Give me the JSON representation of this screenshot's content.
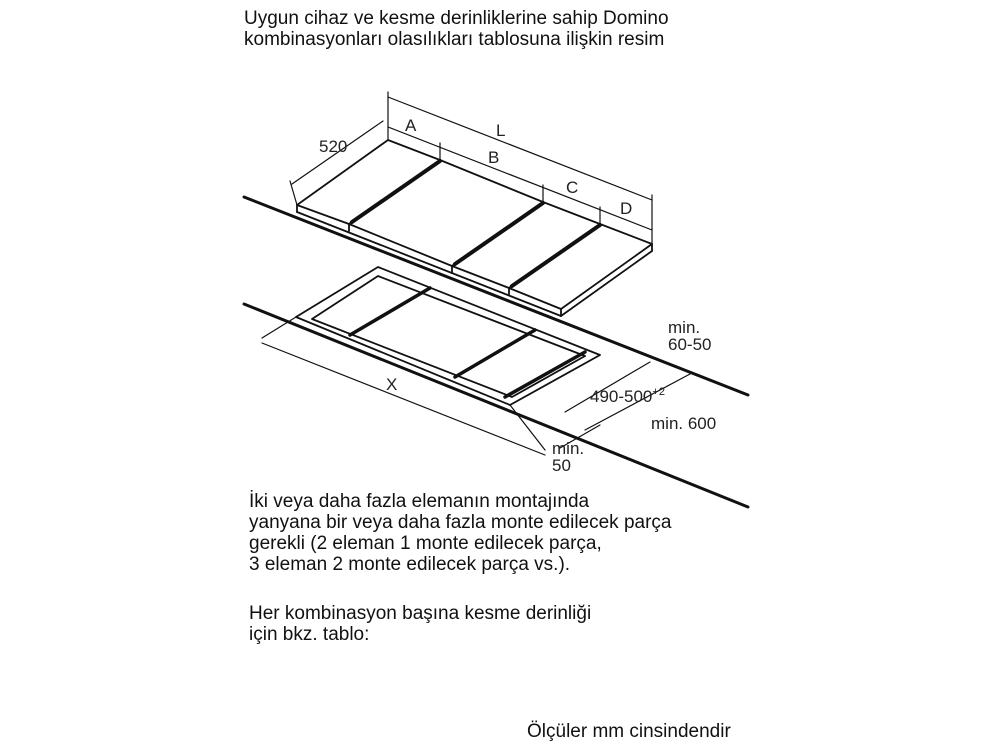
{
  "caption": {
    "line1": "Uygun cihaz ve kesme derinliklerine sahip Domino",
    "line2": "kombinasyonları olasılıkları tablosuna ilişkin resim"
  },
  "diagram": {
    "labels": {
      "depth": "520",
      "a": "A",
      "b": "B",
      "c": "C",
      "d": "D",
      "total": "L",
      "x": "X",
      "front_gap_line1": "min.",
      "front_gap_line2": "60-50",
      "cutout_depth": "490-500",
      "cutout_depth_tolerance": "+2",
      "worktop_depth": "min. 600",
      "side_gap_line1": "min.",
      "side_gap_line2": "50"
    }
  },
  "notes": {
    "line1": "İki veya daha fazla elemanın montajında",
    "line2": "yanyana bir veya daha fazla monte edilecek parça",
    "line3": "gerekli (2 eleman 1 monte edilecek parça,",
    "line4": "3 eleman 2 monte edilecek parça vs.)."
  },
  "reference": {
    "line1": "Her kombinasyon başına kesme derinliği",
    "line2": "için bkz. tablo:"
  },
  "units_note": "Ölçüler mm cinsindendir"
}
